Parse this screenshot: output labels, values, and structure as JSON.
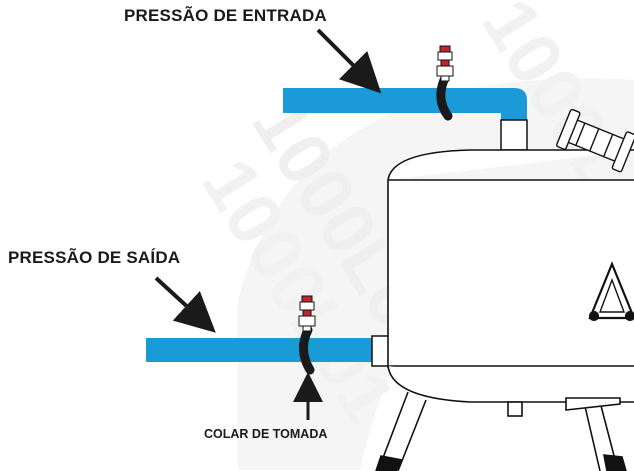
{
  "labels": {
    "inlet_pressure": "PRESSÃO DE ENTRADA",
    "outlet_pressure": "PRESSÃO DE SAÍDA",
    "tap_collar": "COLAR DE TOMADA"
  },
  "watermark": {
    "text": "1000L01",
    "color": "#efefef"
  },
  "colors": {
    "pipe": "#1b9ad8",
    "tank_outline": "#111111",
    "hose": "#1a1a1a",
    "gauge_valve": "#c0272d",
    "arrow": "#1a1a1a"
  },
  "icons": {
    "pressure_tap_valve": "valve-icon",
    "tank": "filter-tank-icon",
    "warning": "warning-triangle-icon"
  }
}
